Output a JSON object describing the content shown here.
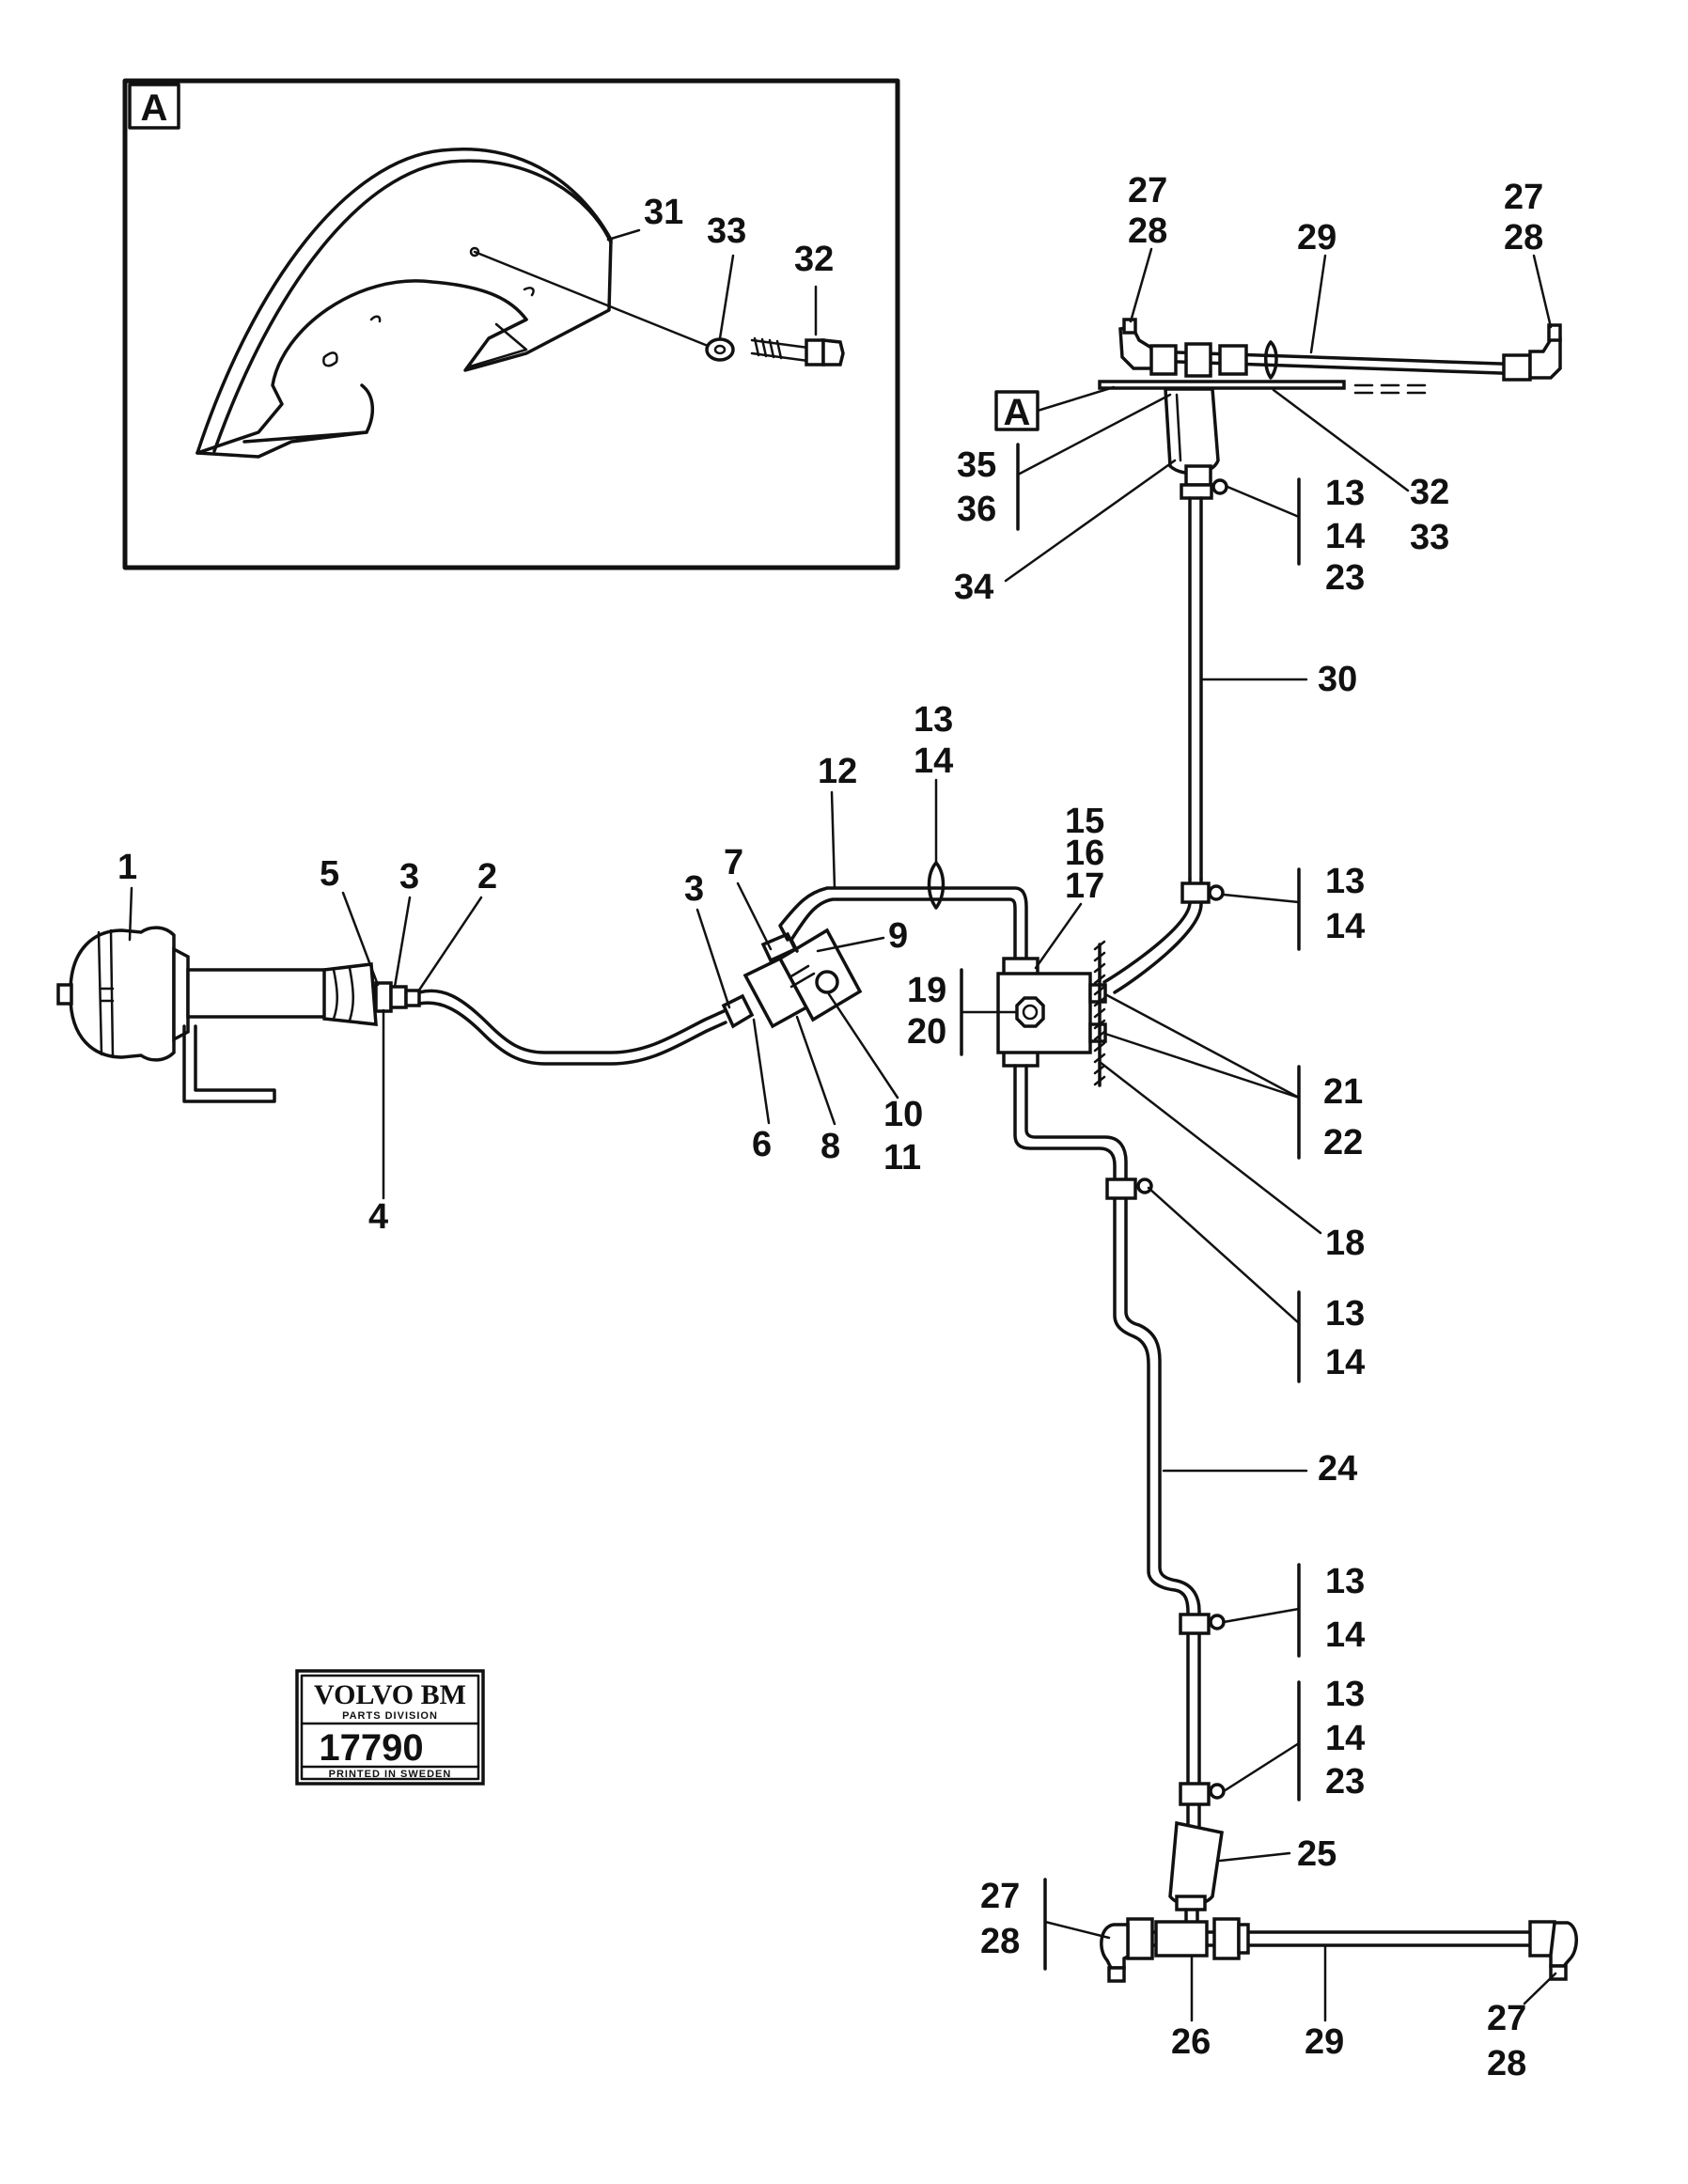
{
  "detail_view": {
    "tag": "A",
    "part_labels": [
      "31",
      "33",
      "32"
    ]
  },
  "callouts": {
    "top_left_27_28": [
      "27",
      "28"
    ],
    "top_29": "29",
    "top_right_27_28": [
      "27",
      "28"
    ],
    "ref_A": "A",
    "group_35_36": [
      "35",
      "36"
    ],
    "group_32_33": [
      "32",
      "33"
    ],
    "group_13_14_23_top": [
      "13",
      "14",
      "23"
    ],
    "label_34": "34",
    "label_30": "30",
    "group_13_14_a": [
      "13",
      "14"
    ],
    "group_13_14_b": [
      "13",
      "14"
    ],
    "label_12": "12",
    "group_15_16_17": [
      "15",
      "16",
      "17"
    ],
    "label_1": "1",
    "label_5": "5",
    "label_3a": "3",
    "label_2": "2",
    "label_3b": "3",
    "label_7": "7",
    "label_9": "9",
    "group_19_20": [
      "19",
      "20"
    ],
    "label_4": "4",
    "label_6": "6",
    "label_8": "8",
    "group_10_11": [
      "10",
      "11"
    ],
    "group_21_22": [
      "21",
      "22"
    ],
    "label_18": "18",
    "group_13_14_c": [
      "13",
      "14"
    ],
    "label_24": "24",
    "group_13_14_d": [
      "13",
      "14"
    ],
    "group_13_14_23_bottom": [
      "13",
      "14",
      "23"
    ],
    "label_25": "25",
    "bottom_left_27_28": [
      "27",
      "28"
    ],
    "label_26": "26",
    "bottom_29": "29",
    "bottom_right_27_28": [
      "27",
      "28"
    ]
  },
  "stamp": {
    "brand": "VOLVO BM",
    "division": "PARTS DIVISION",
    "number": "17790",
    "footer": "PRINTED IN SWEDEN"
  }
}
